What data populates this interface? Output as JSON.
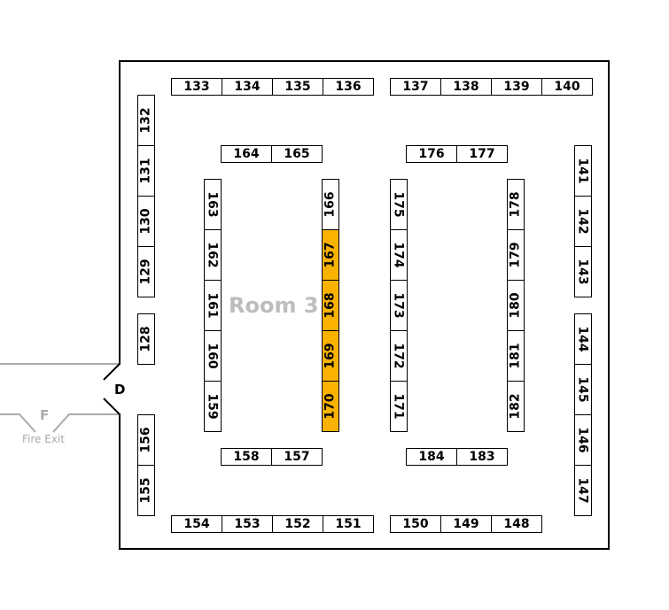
{
  "room": {
    "label": "Room 3"
  },
  "door": {
    "label": "D"
  },
  "fire_exit": {
    "letter": "F",
    "label": "Fire Exit"
  },
  "colors": {
    "highlight": "#f9b200",
    "wall": "#000000",
    "corridor": "#aaaaaa"
  },
  "booths": [
    {
      "number": "133",
      "highlighted": false
    },
    {
      "number": "134",
      "highlighted": false
    },
    {
      "number": "135",
      "highlighted": false
    },
    {
      "number": "136",
      "highlighted": false
    },
    {
      "number": "137",
      "highlighted": false
    },
    {
      "number": "138",
      "highlighted": false
    },
    {
      "number": "139",
      "highlighted": false
    },
    {
      "number": "140",
      "highlighted": false
    },
    {
      "number": "132",
      "highlighted": false
    },
    {
      "number": "131",
      "highlighted": false
    },
    {
      "number": "130",
      "highlighted": false
    },
    {
      "number": "129",
      "highlighted": false
    },
    {
      "number": "128",
      "highlighted": false
    },
    {
      "number": "156",
      "highlighted": false
    },
    {
      "number": "155",
      "highlighted": false
    },
    {
      "number": "154",
      "highlighted": false
    },
    {
      "number": "153",
      "highlighted": false
    },
    {
      "number": "152",
      "highlighted": false
    },
    {
      "number": "151",
      "highlighted": false
    },
    {
      "number": "150",
      "highlighted": false
    },
    {
      "number": "149",
      "highlighted": false
    },
    {
      "number": "148",
      "highlighted": false
    },
    {
      "number": "141",
      "highlighted": false
    },
    {
      "number": "142",
      "highlighted": false
    },
    {
      "number": "143",
      "highlighted": false
    },
    {
      "number": "144",
      "highlighted": false
    },
    {
      "number": "145",
      "highlighted": false
    },
    {
      "number": "146",
      "highlighted": false
    },
    {
      "number": "147",
      "highlighted": false
    },
    {
      "number": "164",
      "highlighted": false
    },
    {
      "number": "165",
      "highlighted": false
    },
    {
      "number": "176",
      "highlighted": false
    },
    {
      "number": "177",
      "highlighted": false
    },
    {
      "number": "163",
      "highlighted": false
    },
    {
      "number": "162",
      "highlighted": false
    },
    {
      "number": "161",
      "highlighted": false
    },
    {
      "number": "160",
      "highlighted": false
    },
    {
      "number": "159",
      "highlighted": false
    },
    {
      "number": "166",
      "highlighted": false
    },
    {
      "number": "167",
      "highlighted": true
    },
    {
      "number": "168",
      "highlighted": true
    },
    {
      "number": "169",
      "highlighted": true
    },
    {
      "number": "170",
      "highlighted": true
    },
    {
      "number": "175",
      "highlighted": false
    },
    {
      "number": "174",
      "highlighted": false
    },
    {
      "number": "173",
      "highlighted": false
    },
    {
      "number": "172",
      "highlighted": false
    },
    {
      "number": "171",
      "highlighted": false
    },
    {
      "number": "178",
      "highlighted": false
    },
    {
      "number": "179",
      "highlighted": false
    },
    {
      "number": "180",
      "highlighted": false
    },
    {
      "number": "181",
      "highlighted": false
    },
    {
      "number": "182",
      "highlighted": false
    },
    {
      "number": "158",
      "highlighted": false
    },
    {
      "number": "157",
      "highlighted": false
    },
    {
      "number": "184",
      "highlighted": false
    },
    {
      "number": "183",
      "highlighted": false
    }
  ]
}
